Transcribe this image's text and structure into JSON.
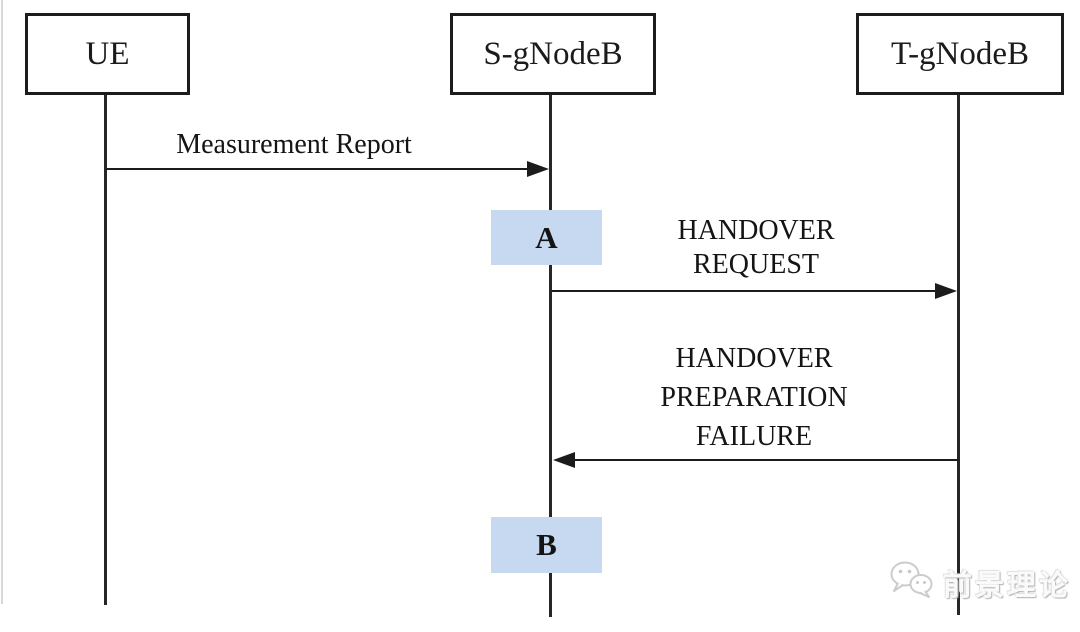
{
  "diagram": {
    "type": "sequence-diagram",
    "actors": [
      {
        "id": "ue",
        "label": "UE"
      },
      {
        "id": "s-gnodeb",
        "label": "S-gNodeB"
      },
      {
        "id": "t-gnodeb",
        "label": "T-gNodeB"
      }
    ],
    "messages": [
      {
        "label": "Measurement Report",
        "from": "UE",
        "to": "S-gNodeB",
        "direction": "right"
      },
      {
        "label": "HANDOVER REQUEST",
        "from": "S-gNodeB",
        "to": "T-gNodeB",
        "direction": "right"
      },
      {
        "label": "HANDOVER PREPARATION FAILURE",
        "from": "T-gNodeB",
        "to": "S-gNodeB",
        "direction": "left"
      }
    ],
    "markers": [
      {
        "label": "A",
        "lifeline": "S-gNodeB"
      },
      {
        "label": "B",
        "lifeline": "S-gNodeB"
      }
    ],
    "colors": {
      "marker_fill": "#c6d9f1",
      "line_color": "#1c1c1c"
    }
  },
  "watermark": {
    "icon": "wechat-icon",
    "text": "前景理论"
  }
}
